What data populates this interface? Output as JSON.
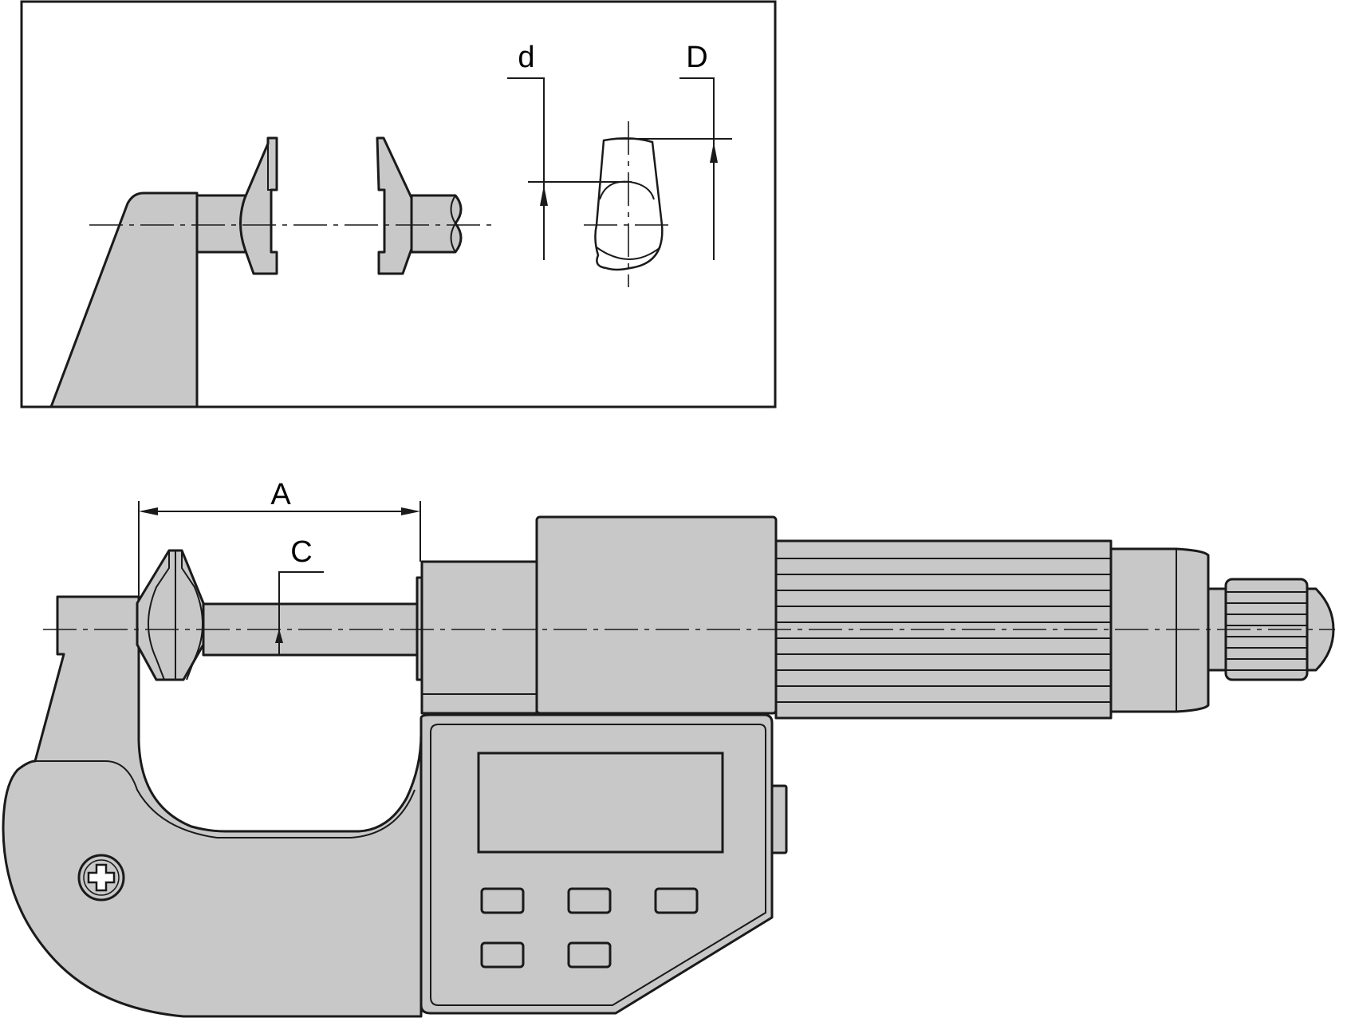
{
  "labels": {
    "d": "d",
    "D": "D",
    "A": "A",
    "C": "C"
  },
  "colors": {
    "part_fill": "#c8c8c8",
    "outline": "#1a1a1a",
    "background": "#ffffff"
  },
  "icons": {
    "screw": "phillips-screw-icon"
  }
}
